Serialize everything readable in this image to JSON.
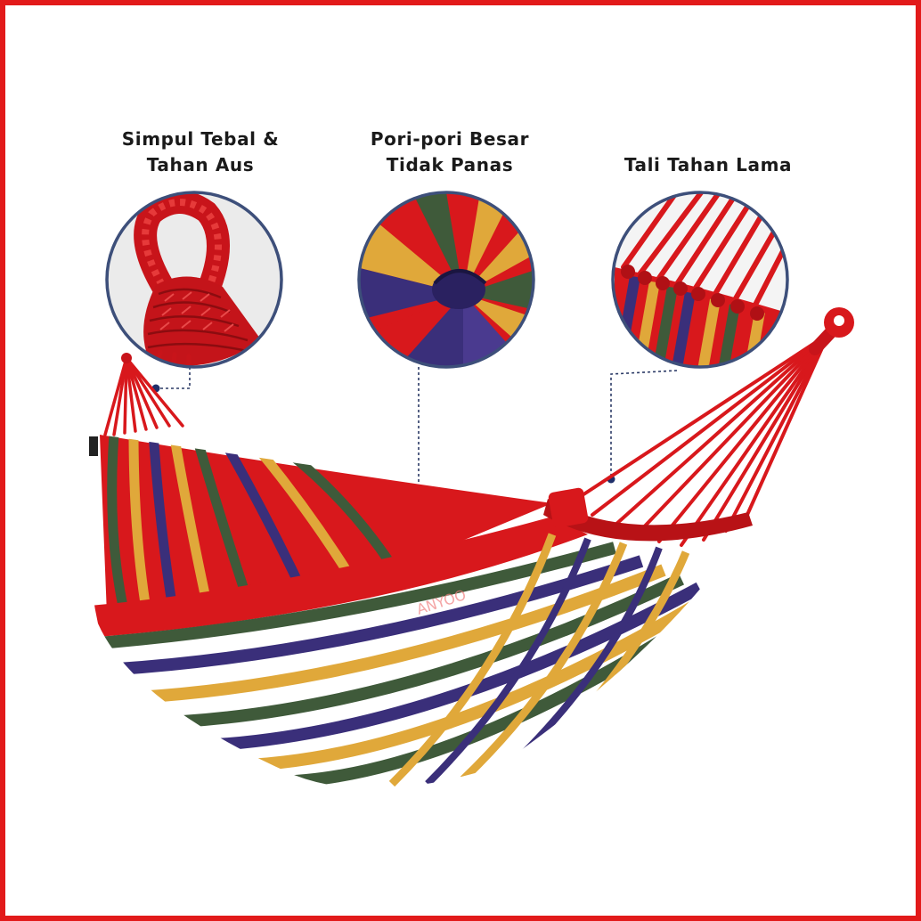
{
  "captions": [
    {
      "line1": "Simpul Tebal &",
      "line2": "Tahan Aus"
    },
    {
      "line1": "Pori-pori Besar",
      "line2": "Tidak Panas"
    },
    {
      "line1": "Tali Tahan Lama",
      "line2": ""
    }
  ],
  "watermark": "ANYOO",
  "colors": {
    "border": "#e21a1a",
    "hammock_red": "#d8181c",
    "stripe_yellow": "#e0a83a",
    "stripe_green": "#3f5a3a",
    "stripe_purple": "#3a2f7a",
    "circle_ring": "#3d4f7a",
    "callout_line": "#2b3a66"
  }
}
